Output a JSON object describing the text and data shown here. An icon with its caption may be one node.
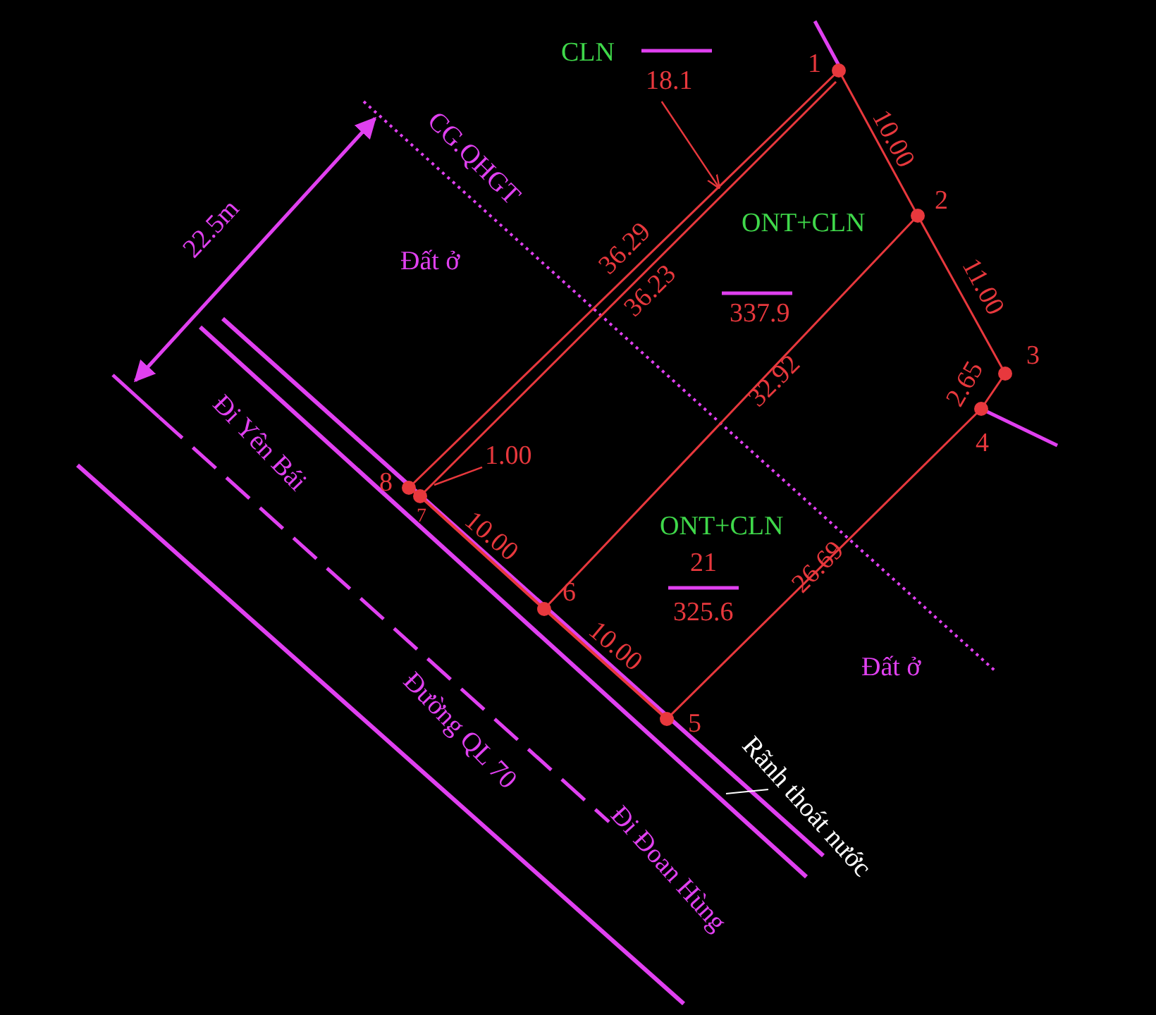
{
  "diagram": {
    "nodes": [
      {
        "text": [
          "CLN",
          "18.1"
        ]
      },
      {
        "text": [
          "1.00"
        ]
      }
    ],
    "edges": [
      {
        "from": 0,
        "to": null,
        "arrow": "to"
      },
      {
        "from": 1,
        "to": null,
        "arrow": "none"
      }
    ],
    "labels": [
      "1",
      "CG.QHGT",
      "22.5m",
      "10.00",
      "2",
      "ONT+CLN",
      "Đất ở",
      "36.29",
      "36.23",
      "337.9",
      "11.00",
      "32.92",
      "3",
      "2.65",
      "4",
      "8",
      "7",
      "ONT+CLN",
      "21",
      "325.6",
      "10.00",
      "6",
      "Đi Yên Bái",
      "10.00",
      "26.69",
      "Đất ở",
      "5",
      "Đường QL 70",
      "Rãnh thoát nước",
      "Đi Đoan Hùng"
    ]
  }
}
